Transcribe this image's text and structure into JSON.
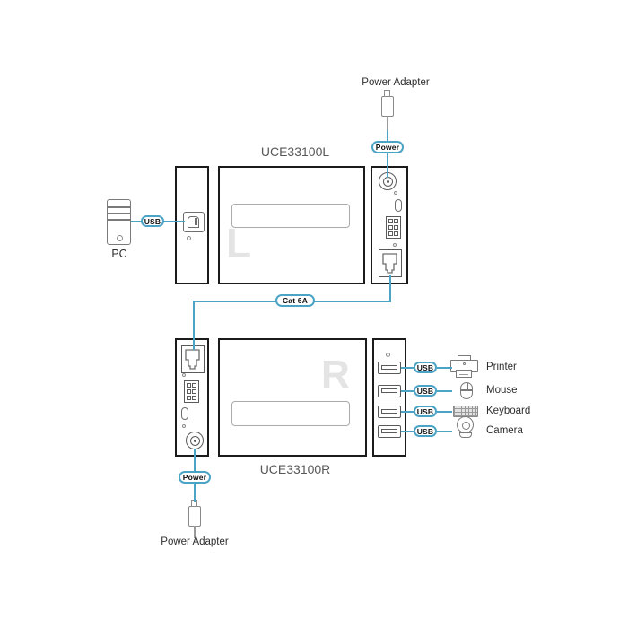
{
  "colors": {
    "accent": "#4BA3C5",
    "device_outline": "#1b1b1b",
    "connector_gray": "#6e6e6e",
    "watermark_gray": "#e4e4e4"
  },
  "unit_l": {
    "title": "UCE33100L",
    "watermark": "L"
  },
  "unit_r": {
    "title": "UCE33100R",
    "watermark": "R"
  },
  "pc": {
    "label": "PC",
    "badge": "USB"
  },
  "top_adapter": {
    "label": "Power Adapter",
    "badge": "Power"
  },
  "bottom_adapter": {
    "label": "Power Adapter",
    "badge": "Power"
  },
  "link": {
    "badge": "Cat 6A"
  },
  "usb_rows": [
    {
      "badge": "USB",
      "label": "Printer",
      "icon": "printer-icon"
    },
    {
      "badge": "USB",
      "label": "Mouse",
      "icon": "mouse-icon"
    },
    {
      "badge": "USB",
      "label": "Keyboard",
      "icon": "keyboard-icon"
    },
    {
      "badge": "USB",
      "label": "Camera",
      "icon": "camera-icon"
    }
  ],
  "icons": {
    "pc": "pc-tower-icon",
    "power_plug": "dc-power-plug-icon",
    "usb_b_port": "usb-b-port-icon",
    "usb_a_port": "usb-a-port-icon",
    "usb_c_port": "usb-c-port-icon",
    "rj45_port": "rj45-port-icon",
    "power_jack": "dc-jack-icon",
    "terminal_block": "terminal-block-icon"
  }
}
